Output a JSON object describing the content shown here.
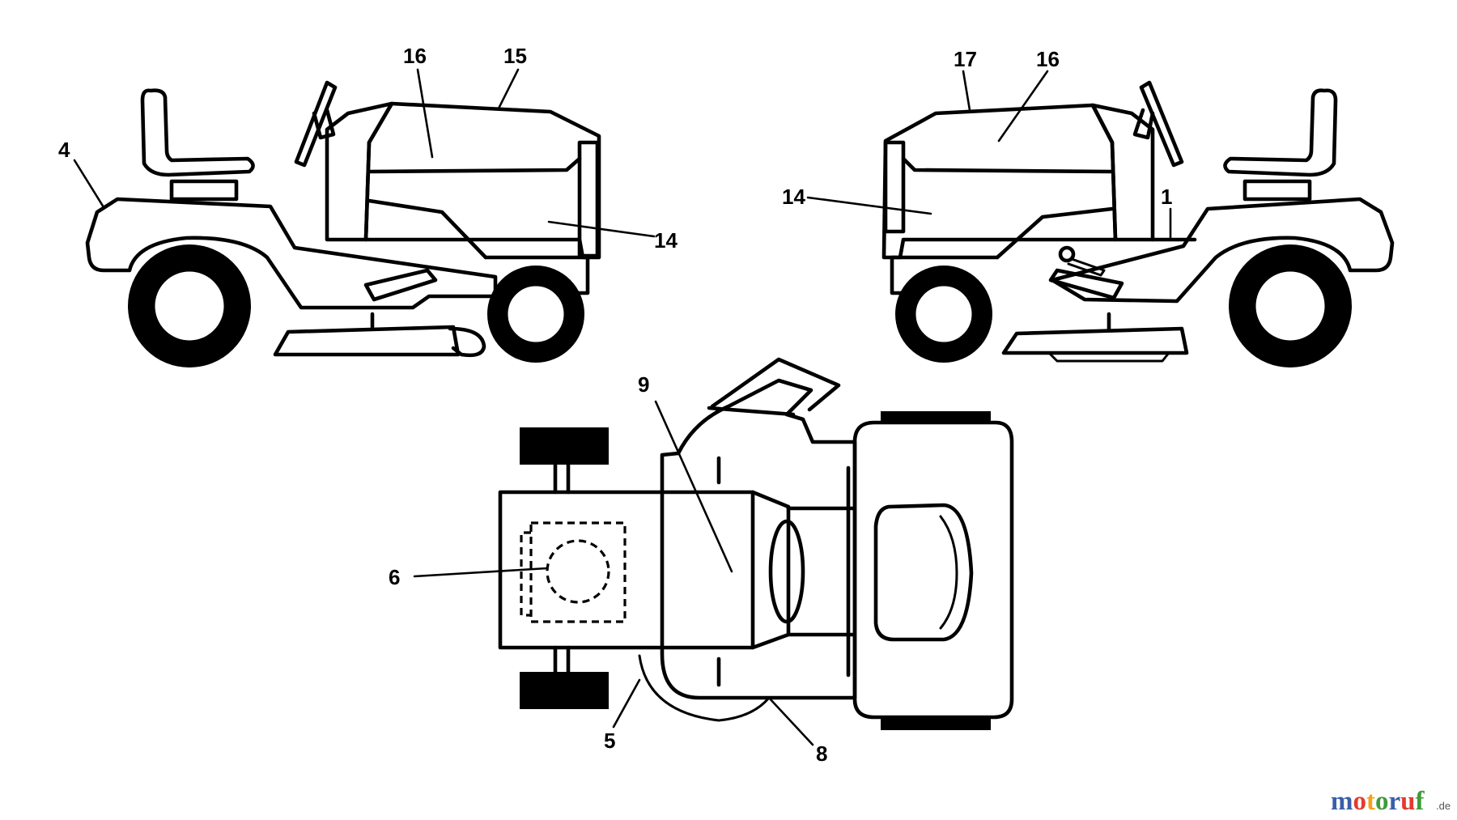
{
  "callouts": {
    "c1": "1",
    "c4": "4",
    "c5": "5",
    "c6": "6",
    "c8": "8",
    "c9": "9",
    "c14_left": "14",
    "c14_right": "14",
    "c15": "15",
    "c16_left": "16",
    "c16_right": "16",
    "c17": "17"
  },
  "watermark": {
    "letters": [
      "m",
      "o",
      "t",
      "o",
      "r",
      "u",
      "f"
    ],
    "suffix": ".de",
    "colors": [
      "#3a5fa8",
      "#e33b2e",
      "#f2a31b",
      "#3f9b3a",
      "#3a5fa8",
      "#e33b2e",
      "#3f9b3a"
    ]
  }
}
